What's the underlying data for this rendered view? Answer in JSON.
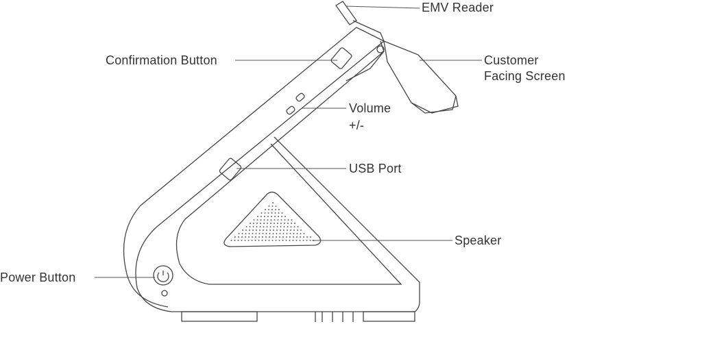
{
  "labels": {
    "emv_reader": "EMV Reader",
    "confirmation_button": "Confirmation Button",
    "customer_screen_line1": "Customer",
    "customer_screen_line2": "Facing Screen",
    "volume_line1": "Volume",
    "volume_line2": "+/-",
    "usb_port": "USB Port",
    "speaker": "Speaker",
    "power_button": "Power Button"
  }
}
